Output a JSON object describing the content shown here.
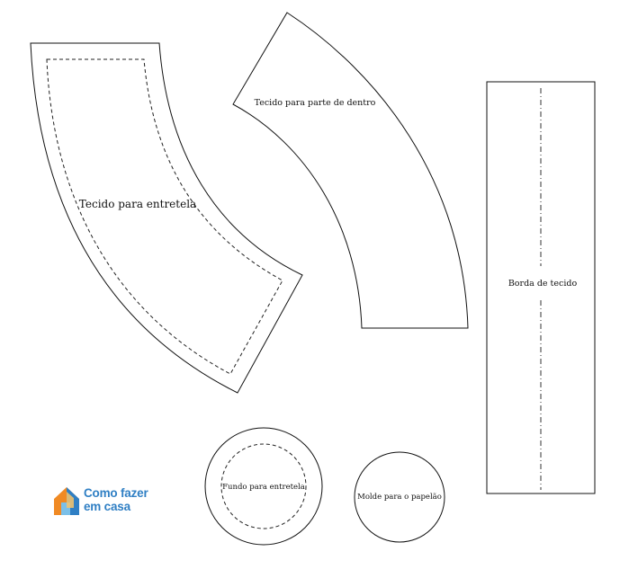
{
  "pieces": {
    "entretela": "Tecido para entretela",
    "dentro": "Tecido para parte de dentro",
    "borda": "Borda de tecido",
    "fundo": "Fundo para entretela",
    "molde": "Molde para o papelão"
  },
  "logo": {
    "line1": "Como fazer",
    "line2": "em casa",
    "colors": {
      "orange": "#f08a24",
      "blue": "#2f7fc4",
      "lightblue": "#7cc0e8"
    }
  }
}
